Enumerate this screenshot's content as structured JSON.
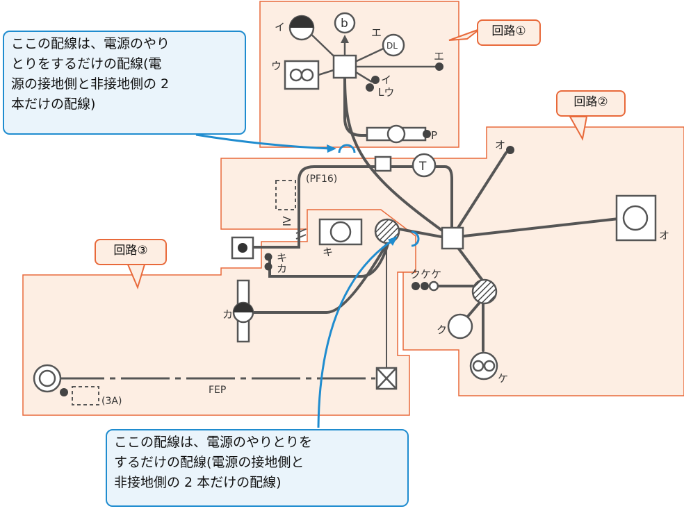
{
  "circuit_labels": {
    "circuit1": "回路①",
    "circuit2": "回路②",
    "circuit3": "回路③"
  },
  "callouts": {
    "top": [
      "ここの配線は、電源のやり",
      "とりをするだけの配線(電",
      "源の接地側と非接地側の 2",
      "本だけの配線)"
    ],
    "bottom": [
      "ここの配線は、電源のやりとりを",
      "するだけの配線(電源の接地側と",
      "非接地側の 2 本だけの配線)"
    ]
  },
  "symbols": {
    "b": "b",
    "dl": "DL",
    "t": "T",
    "i": "イ",
    "u": "ウ",
    "e1": "エ",
    "e2": "エ",
    "iL": "イ",
    "Lu": "Lウ",
    "p": "P",
    "o1": "オ",
    "o2": "オ",
    "ki1": "キ",
    "ki2": "キ",
    "ka1": "カ",
    "ka2": "カ",
    "kkk": "クケケ",
    "ku": "ク",
    "ke": "ケ",
    "pf16": "(PF16)",
    "iv": "IV",
    "fep": "FEP",
    "a3": "(3A)"
  },
  "colors": {
    "circuit_fill": "#fdeee3",
    "circuit_border": "#e8693a",
    "callout_fill": "#eaf4fb",
    "callout_border": "#1f8ccf",
    "wire": "#555555"
  }
}
